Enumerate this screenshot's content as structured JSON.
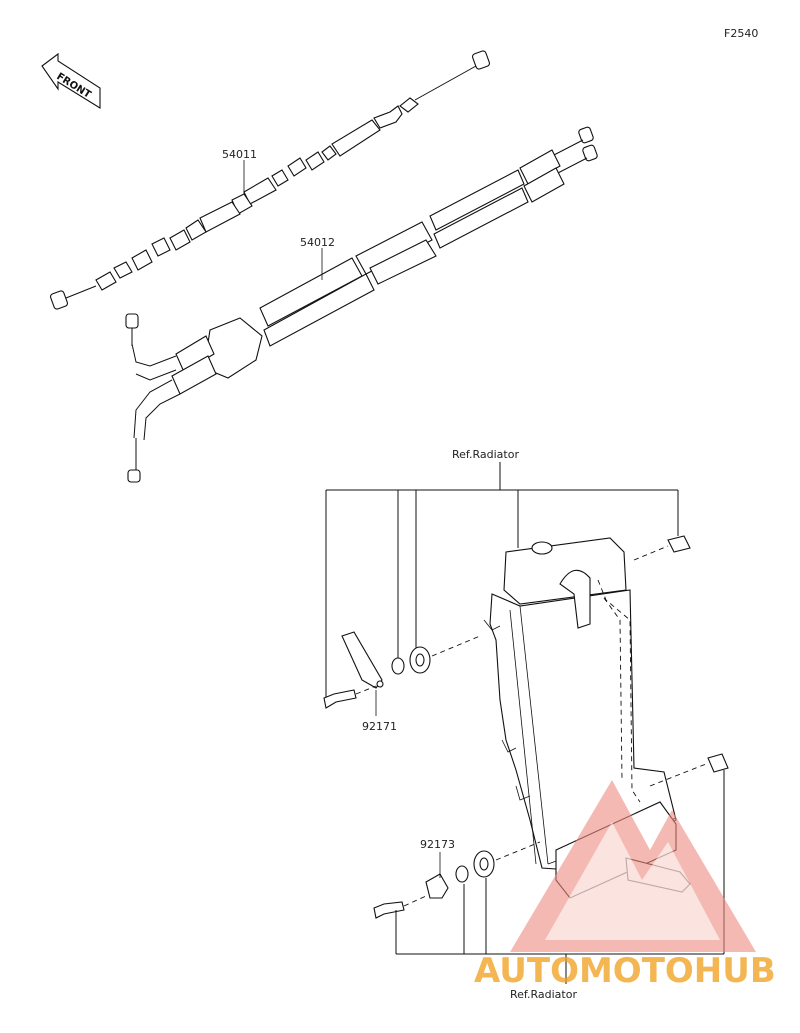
{
  "figure_code": "F2540",
  "front_label": "FRONT",
  "part_numbers": {
    "cable_top": "54011",
    "cable_double": "54012",
    "bracket": "92171",
    "clamp": "92173"
  },
  "reference_top": "Ref.Radiator",
  "reference_bottom": "Ref.Radiator",
  "watermark": "AUTOMOTOHUB",
  "colors": {
    "line": "#111111",
    "watermark_red": "#e8412e",
    "watermark_orange": "#f0a020",
    "watermark_gray": "#8a8a8a"
  }
}
